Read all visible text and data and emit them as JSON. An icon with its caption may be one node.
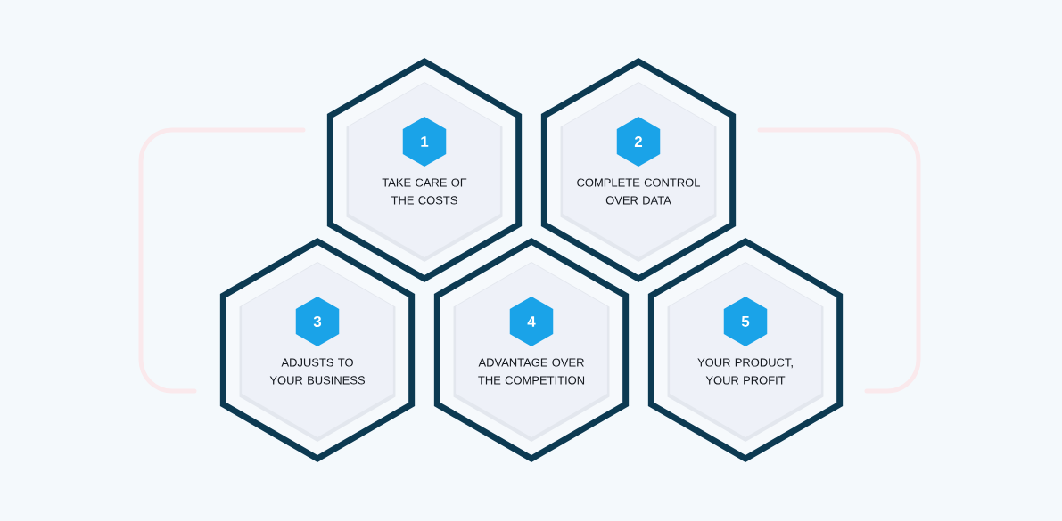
{
  "diagram": {
    "nodes": [
      {
        "text": [
          "TAKE CARE OF THE COSTS"
        ]
      },
      {
        "text": [
          "1"
        ],
        "in": 0
      },
      {
        "text": [
          "COMPLETE CONTROL OVER DATA"
        ]
      },
      {
        "text": [
          "2"
        ],
        "in": 2
      },
      {
        "text": [
          "ADJUSTS TO YOUR BUSINESS"
        ]
      },
      {
        "text": [
          "3"
        ],
        "in": 4
      },
      {
        "text": [
          "ADVANTAGE OVER THE COMPETITION"
        ]
      },
      {
        "text": [
          "4"
        ],
        "in": 6
      },
      {
        "text": [
          "YOUR PRODUCT, YOUR PROFIT"
        ]
      },
      {
        "text": [
          "5"
        ],
        "in": 8
      }
    ]
  }
}
